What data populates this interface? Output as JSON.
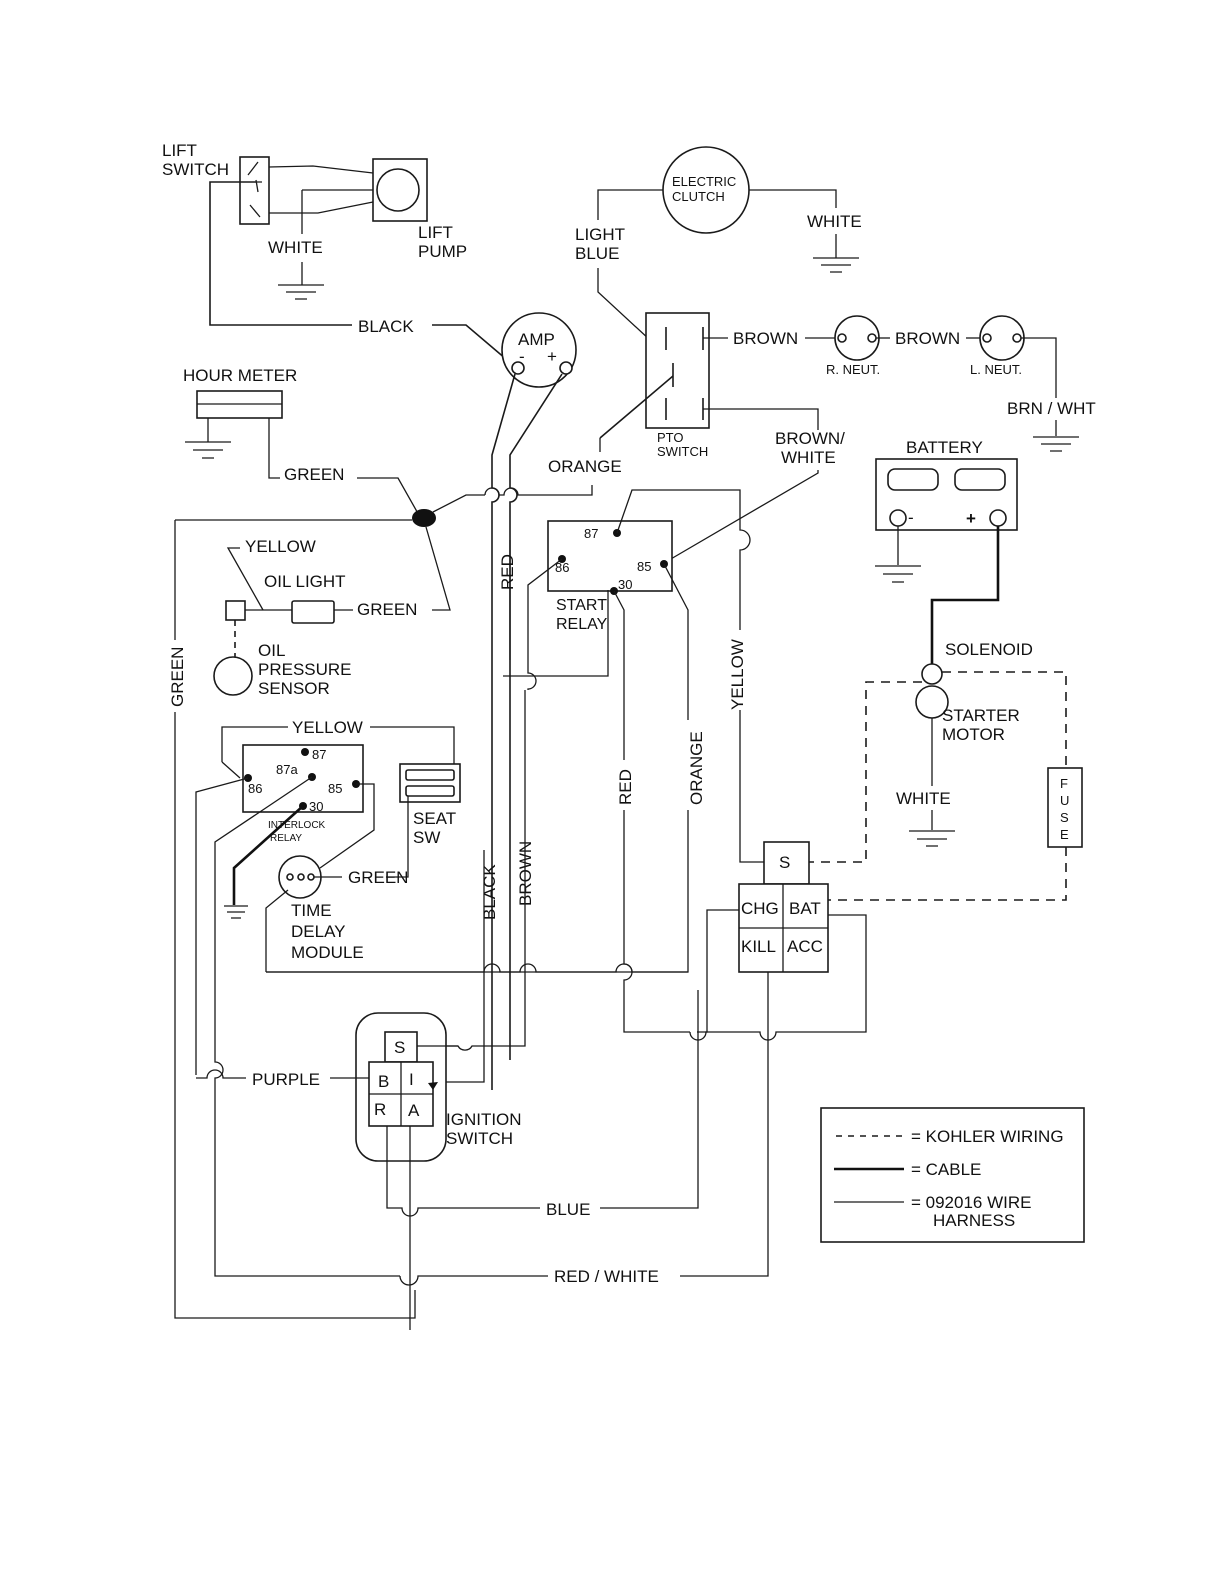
{
  "components": {
    "lift_switch": [
      "LIFT",
      "SWITCH"
    ],
    "lift_pump": [
      "LIFT",
      "PUMP"
    ],
    "electric_clutch": [
      "ELECTRIC",
      "CLUTCH"
    ],
    "amp": {
      "label": "AMP",
      "minus": "-",
      "plus": "+"
    },
    "hour_meter": "HOUR METER",
    "pto_switch": [
      "PTO",
      "SWITCH"
    ],
    "r_neut": "R. NEUT.",
    "l_neut": "L. NEUT.",
    "battery": {
      "label": "BATTERY",
      "minus": "-",
      "plus": "+"
    },
    "start_relay": {
      "label": [
        "START",
        "RELAY"
      ],
      "pins": {
        "p87": "87",
        "p86": "86",
        "p85": "85",
        "p30": "30"
      }
    },
    "oil_light": "OIL LIGHT",
    "oil_pressure_sensor": [
      "OIL",
      "PRESSURE",
      "SENSOR"
    ],
    "solenoid": "SOLENOID",
    "starter_motor": [
      "STARTER",
      "MOTOR"
    ],
    "interlock_relay": {
      "label": [
        "INTERLOCK",
        "RELAY"
      ],
      "pins": {
        "p87": "87",
        "p87a": "87a",
        "p86": "86",
        "p85": "85",
        "p30": "30"
      }
    },
    "seat_sw": [
      "SEAT",
      "SW"
    ],
    "time_delay_module": [
      "TIME",
      "DELAY",
      "MODULE"
    ],
    "fuse": "FUSE",
    "key_switch_block": {
      "s": "S",
      "chg": "CHG",
      "bat": "BAT",
      "kill": "KILL",
      "acc": "ACC"
    },
    "ignition_switch": {
      "label": [
        "IGNITION",
        "SWITCH"
      ],
      "s": "S",
      "b": "B",
      "i": "I",
      "r": "R",
      "a": "A"
    }
  },
  "wires": {
    "white_lift": "WHITE",
    "black_top": "BLACK",
    "light_blue": [
      "LIGHT",
      "BLUE"
    ],
    "white_clutch": "WHITE",
    "brown_1": "BROWN",
    "brown_2": "BROWN",
    "brn_wht": "BRN / WHT",
    "green_hour": "GREEN",
    "orange_top": "ORANGE",
    "brown_white": [
      "BROWN/",
      "WHITE"
    ],
    "yellow_oil": "YELLOW",
    "green_oil": "GREEN",
    "green_left": "GREEN",
    "red_v1": "RED",
    "yellow_v": "YELLOW",
    "red_v2": "RED",
    "orange_v": "ORANGE",
    "white_starter": "WHITE",
    "yellow_interlock": "YELLOW",
    "green_tdm": "GREEN",
    "black_v": "BLACK",
    "brown_v": "BROWN",
    "purple": "PURPLE",
    "blue": "BLUE",
    "red_white": "RED / WHITE"
  },
  "legend": {
    "items": [
      {
        "style": "dashed",
        "label": "= KOHLER WIRING"
      },
      {
        "style": "cable",
        "label": "= CABLE"
      },
      {
        "style": "thin",
        "label": [
          "= 092016 WIRE",
          "HARNESS"
        ]
      }
    ]
  }
}
